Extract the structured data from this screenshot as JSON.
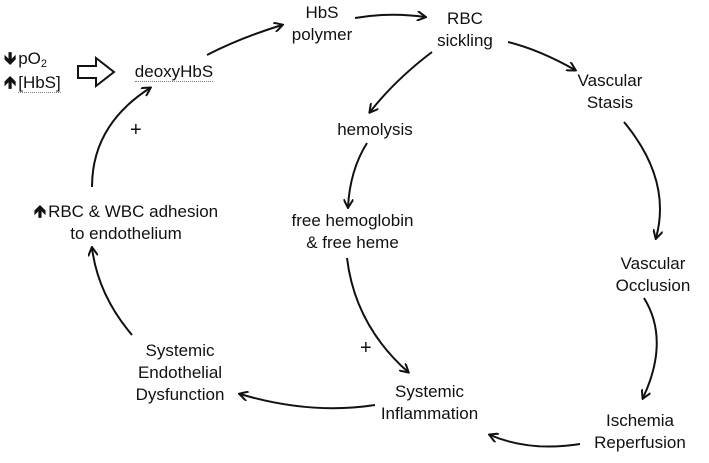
{
  "nodes": {
    "hbs_polymer": [
      "HbS",
      "polymer"
    ],
    "rbc_sickling": [
      "RBC",
      "sickling"
    ],
    "deoxyhbs": "deoxyHbS",
    "vascular_stasis": [
      "Vascular",
      "Stasis"
    ],
    "hemolysis": "hemolysis",
    "free_heme": [
      "free hemoglobin",
      "& free heme"
    ],
    "rbc_wbc_adhesion": [
      "RBC & WBC adhesion",
      "to endothelium"
    ],
    "vascular_occlusion": [
      "Vascular",
      "Occlusion"
    ],
    "systemic_endothelial": [
      "Systemic",
      "Endothelial",
      "Dysfunction"
    ],
    "systemic_inflammation": [
      "Systemic",
      "Inflammation"
    ],
    "ischemia": [
      "Ischemia",
      "Reperfusion"
    ]
  },
  "inputs": {
    "po2": "pO",
    "po2_sub": "2",
    "hbs": "[HbS]",
    "po2_direction": "down",
    "hbs_direction": "up"
  },
  "adhesion_direction": "up",
  "plus_signs": [
    "+",
    "+"
  ]
}
